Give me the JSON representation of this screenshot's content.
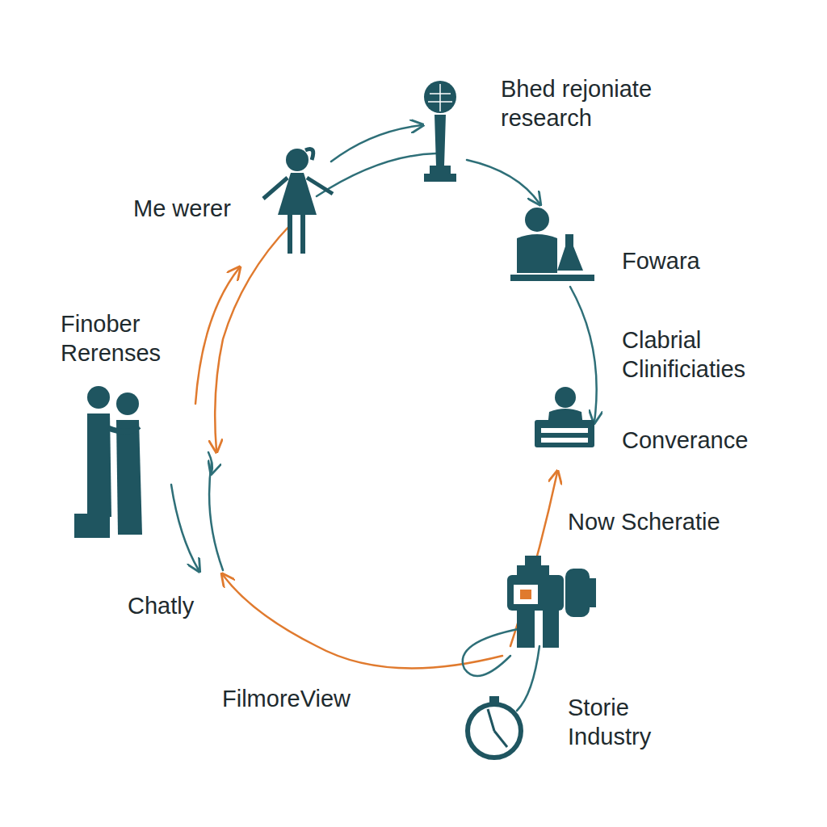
{
  "diagram": {
    "labels": [
      "Bhed rejoniate research",
      "Me werer",
      "Fowara",
      "Finober Rerenses",
      "Clabrial Clinificiaties",
      "Converance",
      "Now Scheratie",
      "Chatly",
      "FilmoreView",
      "Storie Industry"
    ]
  }
}
